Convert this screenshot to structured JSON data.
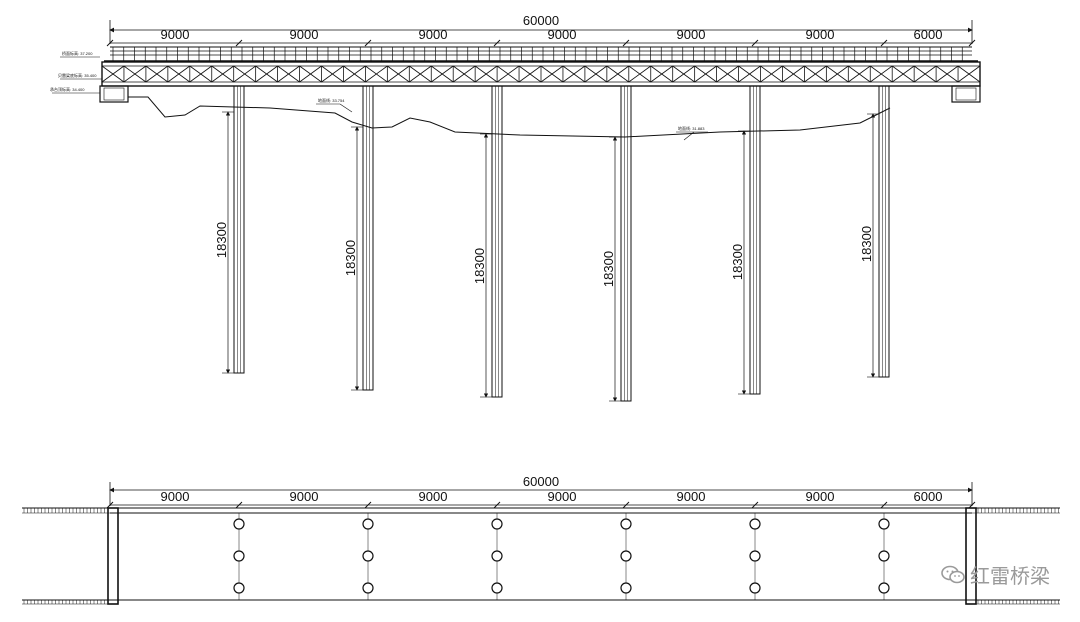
{
  "elevation": {
    "total_span": "60000",
    "span_lengths": [
      "9000",
      "9000",
      "9000",
      "9000",
      "9000",
      "9000",
      "6000"
    ],
    "pile_length": "18300",
    "elev_labels": [
      "桥面标高: 37.200",
      "贝雷梁底标高: 35.400",
      "承台顶标高: 34.400"
    ],
    "ground_labels": [
      "地面线: 33.754",
      "地面线: 31.883"
    ]
  },
  "plan": {
    "total_span": "60000",
    "span_lengths": [
      "9000",
      "9000",
      "9000",
      "9000",
      "9000",
      "9000",
      "6000"
    ]
  },
  "watermark": {
    "text": "红雷桥梁",
    "icon": "wechat-icon"
  },
  "colors": {
    "line": "#111111",
    "watermark": "#9a9a9a"
  }
}
